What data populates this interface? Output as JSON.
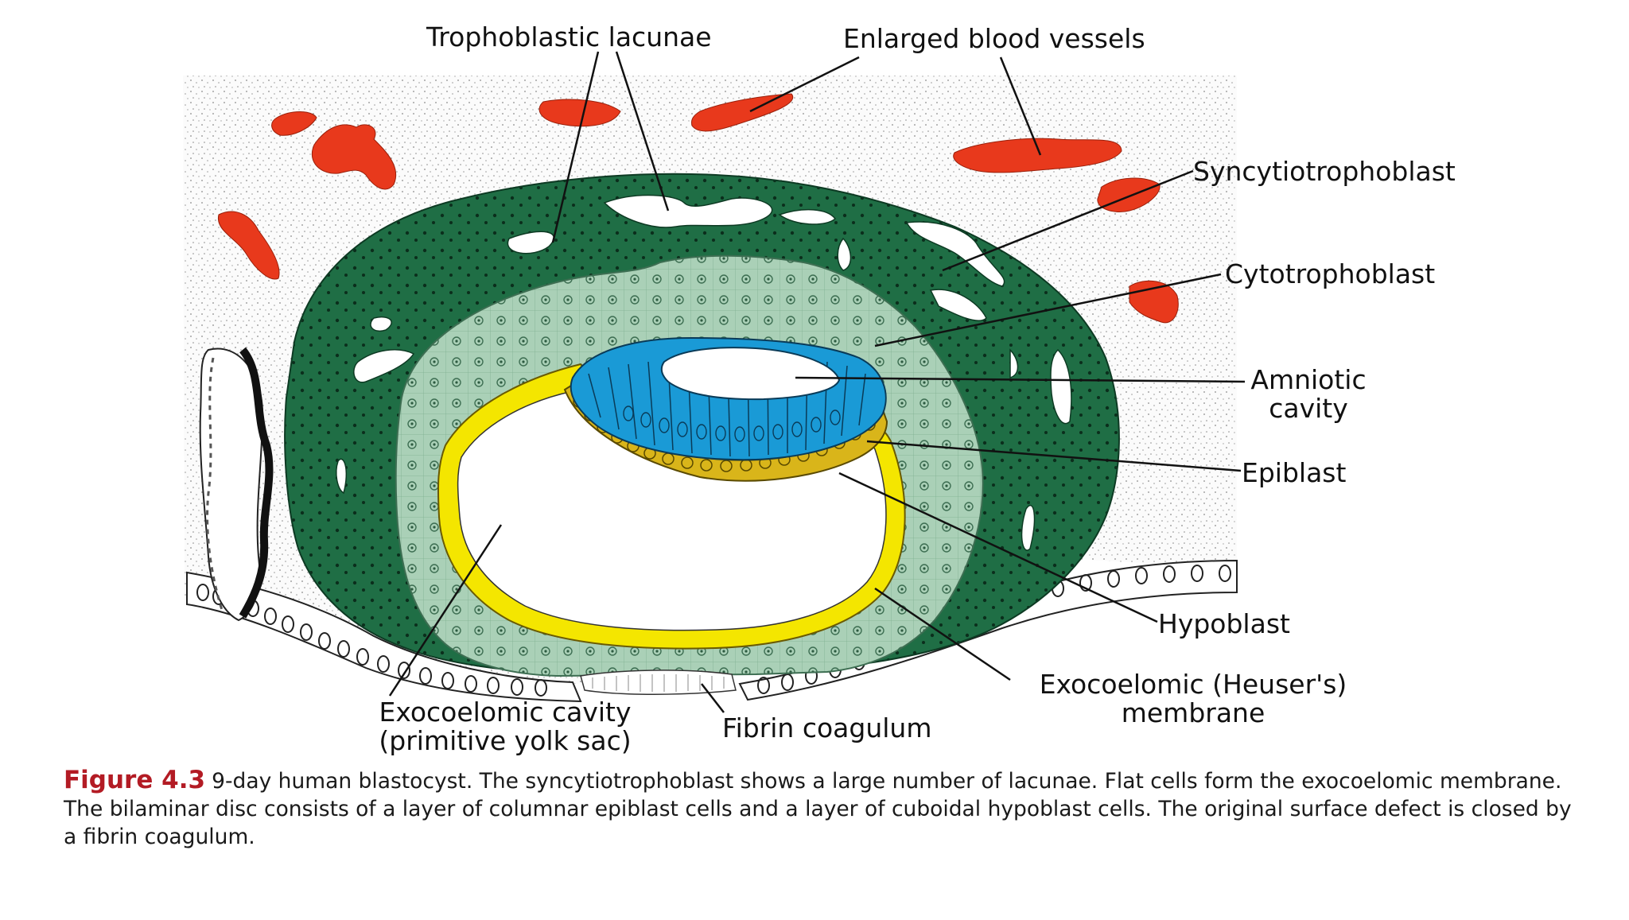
{
  "figure": {
    "labels": {
      "trophoblastic_lacunae": "Trophoblastic lacunae",
      "enlarged_blood_vessels": "Enlarged blood vessels",
      "syncytiotrophoblast": "Syncytiotrophoblast",
      "cytotrophoblast": "Cytotrophoblast",
      "amniotic_cavity_line1": "Amniotic",
      "amniotic_cavity_line2": "cavity",
      "epiblast": "Epiblast",
      "hypoblast": "Hypoblast",
      "exocoelomic_membrane_line1": "Exocoelomic (Heuser's)",
      "exocoelomic_membrane_line2": "membrane",
      "exocoelomic_cavity_line1": "Exocoelomic cavity",
      "exocoelomic_cavity_line2": "(primitive yolk sac)",
      "fibrin_coagulum": "Fibrin coagulum"
    },
    "colors": {
      "syncytiotrophoblast": "#1f6e45",
      "cytotrophoblast": "#a9cfb6",
      "blood_vessels": "#e8391c",
      "epiblast": "#1a9ad6",
      "hypoblast": "#d9b51a",
      "exocoelomic_membrane": "#f4e600",
      "caption_label": "#b31b24"
    }
  },
  "caption": {
    "number": "Figure 4.3",
    "text": "9-day human blastocyst. The syncytiotrophoblast shows a large number of lacunae. Flat cells form the exocoelomic membrane. The bilaminar disc consists of a layer of columnar epiblast cells and a layer of cuboidal hypoblast cells. The original surface defect is closed by a fibrin coagulum."
  }
}
